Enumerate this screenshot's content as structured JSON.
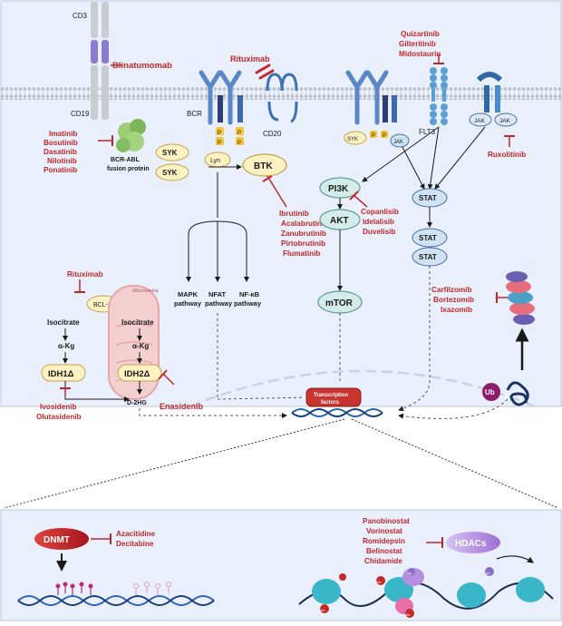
{
  "receptors": {
    "cd3": "CD3",
    "cd19": "CD19",
    "bcr": "BCR",
    "cd20": "CD20",
    "flt3": "FLT3",
    "jak": "JAK",
    "syk": "SYK",
    "p": "P"
  },
  "drugs": {
    "blinatumomab": "Blinatumomab",
    "rituximab": "Rituximab",
    "flt3_inhibitors": [
      "Quizartinib",
      "Gilteritinib",
      "Midostaurin"
    ],
    "ruxolitinib": "Ruxolitinib",
    "tki": [
      "Imatinib",
      "Bosutinib",
      "Dasatinib",
      "Nilotinib",
      "Ponatinib"
    ],
    "btk_inhibitors": [
      "Ibrutinib",
      "Acalabrutinib",
      "Zanubrutinib",
      "Pirtobrutinib",
      "Flumatinib"
    ],
    "pi3k_inhibitors": [
      "Copanlisib",
      "Idelalisib",
      "Duvelisib"
    ],
    "bcl2_inhibitor": "Rituximab",
    "proteasome_inhibitors": [
      "Carfilzomib",
      "Bortezomib",
      "Ixazomib"
    ],
    "idh1_inhibitors": [
      "Ivosidenib",
      "Olutasidenib"
    ],
    "idh2_inhibitor": "Enasidenib",
    "dnmt_inhibitors": [
      "Azacitidine",
      "Decitabine"
    ],
    "hdac_inhibitors": [
      "Panobinostat",
      "Vorinostat",
      "Romidepsin",
      "Belinostat",
      "Chidamide"
    ]
  },
  "nodes": {
    "bcr_abl": [
      "BCR-ABL",
      "fusion protein"
    ],
    "syk": "SYK",
    "lyn": "Lyn",
    "btk": "BTK",
    "pi3k": "PI3K",
    "akt": "AKT",
    "mtor": "mTOR",
    "stat": "STAT",
    "bcl2": "BCL-2",
    "mitochondria": "Mitochondria",
    "isocitrate": "Isocitrate",
    "akg": "α-Kg",
    "idh1": "IDH1Δ",
    "idh2": "IDH2Δ",
    "d2hg": "D-2HG",
    "transcription": [
      "Transcription",
      "factors"
    ],
    "ub": "Ub",
    "dnmt": "DNMT",
    "hdacs": "HDACs",
    "me": "Me",
    "ac": "Ac"
  },
  "pathways": {
    "mapk": [
      "MAPK",
      "pathway"
    ],
    "nfat": [
      "NFAT",
      "pathway"
    ],
    "nfkb": [
      "NF-κB",
      "pathway"
    ]
  },
  "colors": {
    "cell_bg": "#e9f0fb",
    "drug_red": "#c0282d",
    "node_yellow": "#fdf2c4",
    "node_border": "#c9a24a",
    "pi3k_teal": "#d3ecea",
    "stat_blue": "#cfe3f5",
    "dnmt_red": "#c8232c",
    "hdac_purple": "#b08ad8",
    "dna_blue": "#2a64b0"
  }
}
